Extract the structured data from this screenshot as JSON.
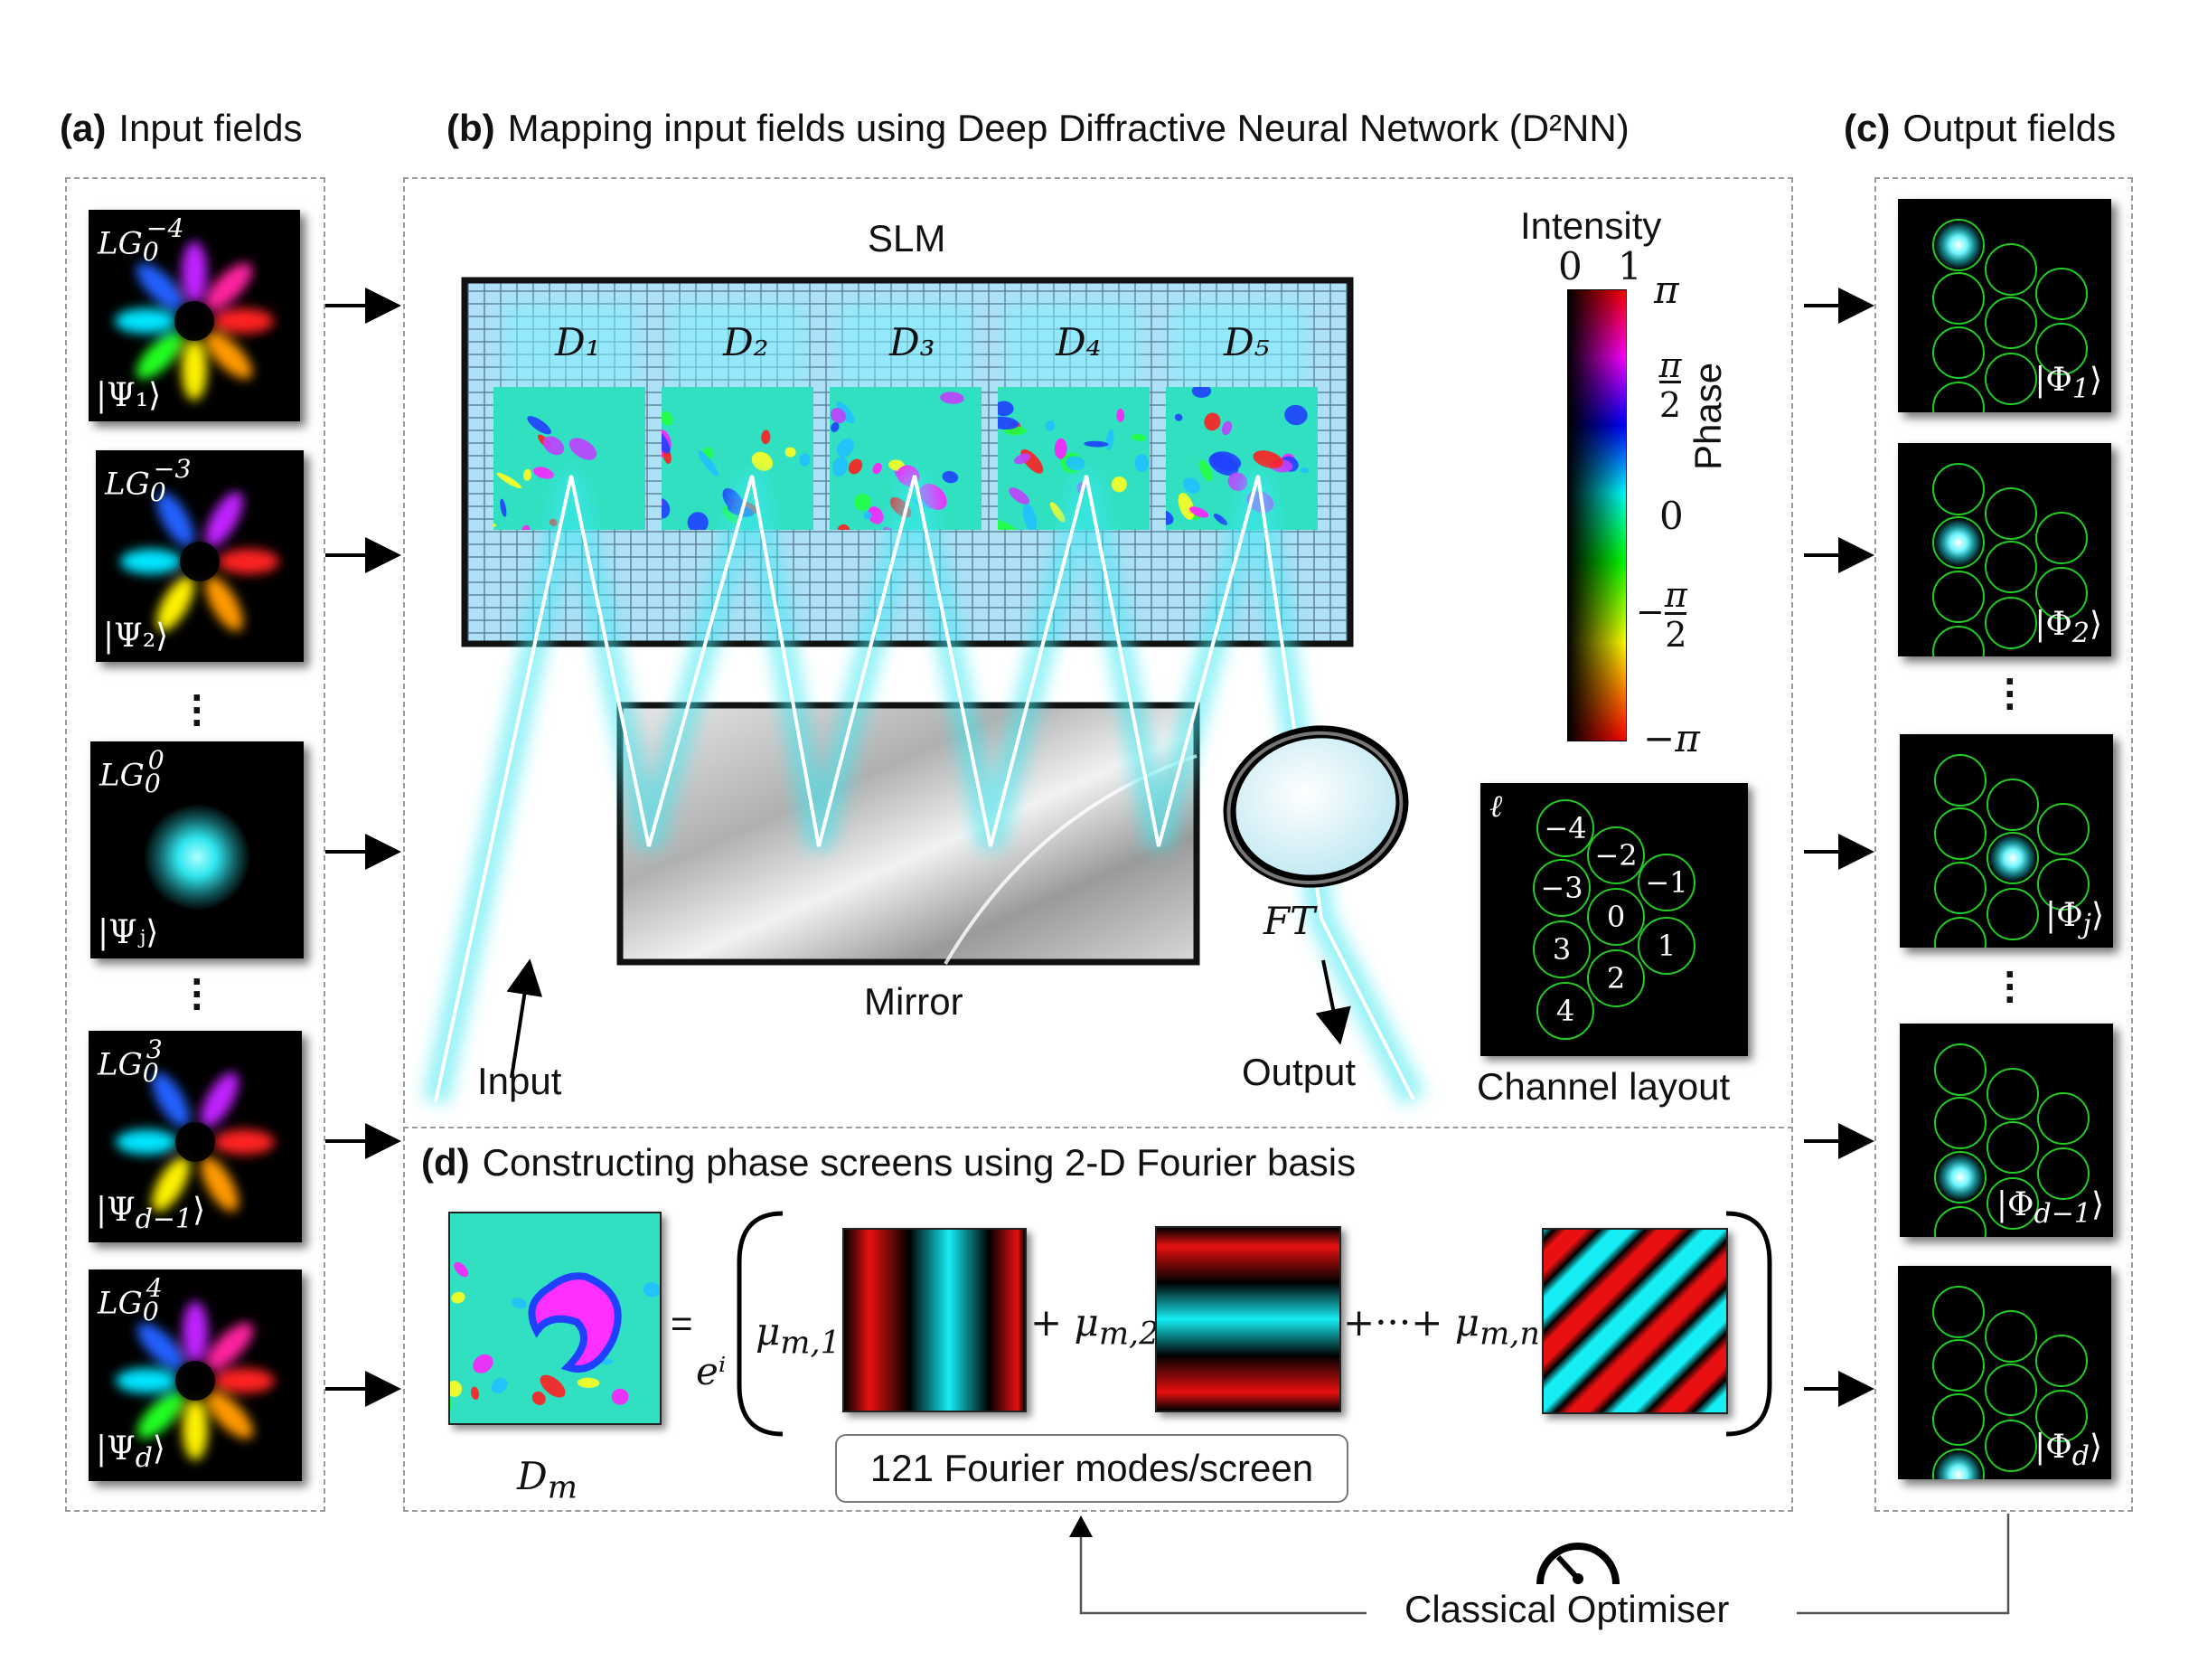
{
  "panel_a": {
    "letter": "(a)",
    "title": "Input fields",
    "inputs": [
      {
        "mode": "LG",
        "sub": "0",
        "sup": "−4",
        "state": "|Ψ₁⟩"
      },
      {
        "mode": "LG",
        "sub": "0",
        "sup": "−3",
        "state": "|Ψ₂⟩"
      },
      {
        "mode": "LG",
        "sub": "0",
        "sup": "0",
        "state": "|Ψⱼ⟩"
      },
      {
        "mode": "LG",
        "sub": "0",
        "sup": "3",
        "state": "|Ψ_{d−1}⟩"
      },
      {
        "mode": "LG",
        "sub": "0",
        "sup": "4",
        "state": "|Ψ_d⟩"
      }
    ]
  },
  "panel_b": {
    "letter": "(b)",
    "title": "Mapping input fields using Deep Diffractive Neural Network (D²NN)",
    "slm_label": "SLM",
    "screens": [
      "D₁",
      "D₂",
      "D₃",
      "D₄",
      "D₅"
    ],
    "mirror_label": "Mirror",
    "lens_label": "FT",
    "input_label": "Input",
    "output_label": "Output",
    "colorbar": {
      "intensity_label": "Intensity",
      "intensity_min": "0",
      "intensity_max": "1",
      "phase_label": "Phase",
      "ticks": [
        "π",
        "π/2",
        "0",
        "−π/2",
        "−π"
      ]
    },
    "channel_layout": {
      "label": "Channel layout",
      "symbol": "ℓ",
      "channels": [
        "−4",
        "−2",
        "−3",
        "−1",
        "0",
        "3",
        "1",
        "2",
        "4"
      ]
    }
  },
  "panel_c": {
    "letter": "(c)",
    "title": "Output fields",
    "outputs": [
      "|Φ₁⟩",
      "|Φ₂⟩",
      "|Φⱼ⟩",
      "|Φ_{d−1}⟩",
      "|Φ_d⟩"
    ]
  },
  "panel_d": {
    "letter": "(d)",
    "title": "Constructing phase screens using 2-D Fourier basis",
    "screen_label": "Dₘ",
    "equals": "=",
    "exponent": "eⁱ",
    "coefficients": [
      "μ_{m,1}",
      "+ μ_{m,2}",
      "+···+ μ_{m,n}"
    ],
    "modes_box": "121 Fourier modes/screen"
  },
  "optimiser_label": "Classical Optimiser",
  "colors": {
    "beam": "#40e8f0",
    "ring": "#22cc22",
    "slm": "#a8d8f0",
    "fourier_red": "#e01010",
    "fourier_cyan": "#10e8f0"
  },
  "icons": [
    "right-arrow-icon",
    "gauge-icon"
  ]
}
